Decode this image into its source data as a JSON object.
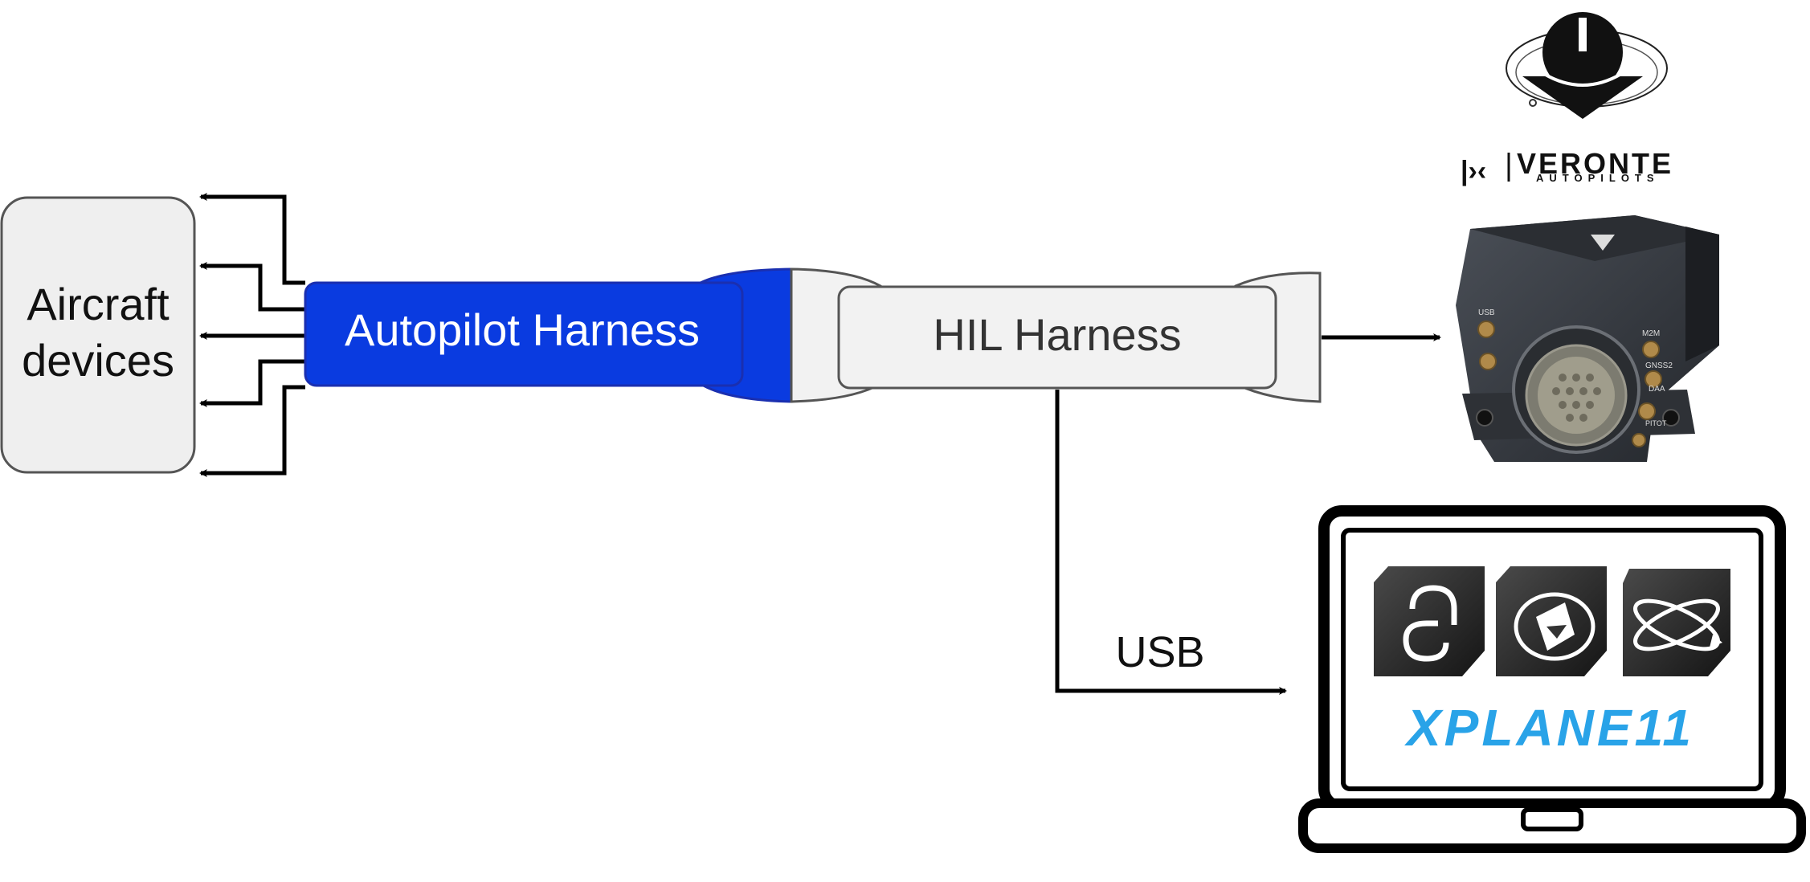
{
  "nodes": {
    "aircraft_devices": {
      "line1": "Aircraft",
      "line2": "devices"
    },
    "autopilot_harness": {
      "label": "Autopilot Harness"
    },
    "hil_harness": {
      "label": "HIL Harness"
    }
  },
  "edges": {
    "usb_label": "USB"
  },
  "logos": {
    "veronte_brand": "VERONTE",
    "veronte_sub": "AUTOPILOTS",
    "xplane": "XPLANE11"
  },
  "device_labels": {
    "usb_port": "USB",
    "m2m": "M2M",
    "gnss2": "GNSS2",
    "daa": "DAA",
    "pitot": "PITOT"
  },
  "colors": {
    "autopilot_fill": "#0a3be0",
    "autopilot_stroke": "#1a2fb0",
    "hil_fill": "#f2f2f2",
    "aircraft_fill": "#efefef",
    "xplane_blue": "#29a3e8",
    "device_body": "#3b3f46"
  },
  "icons": [
    "veronte-logo-icon",
    "autopilot-hardware-icon",
    "laptop-icon",
    "cloud-link-app-icon",
    "veronte-ops-app-icon",
    "orbit-app-icon"
  ]
}
